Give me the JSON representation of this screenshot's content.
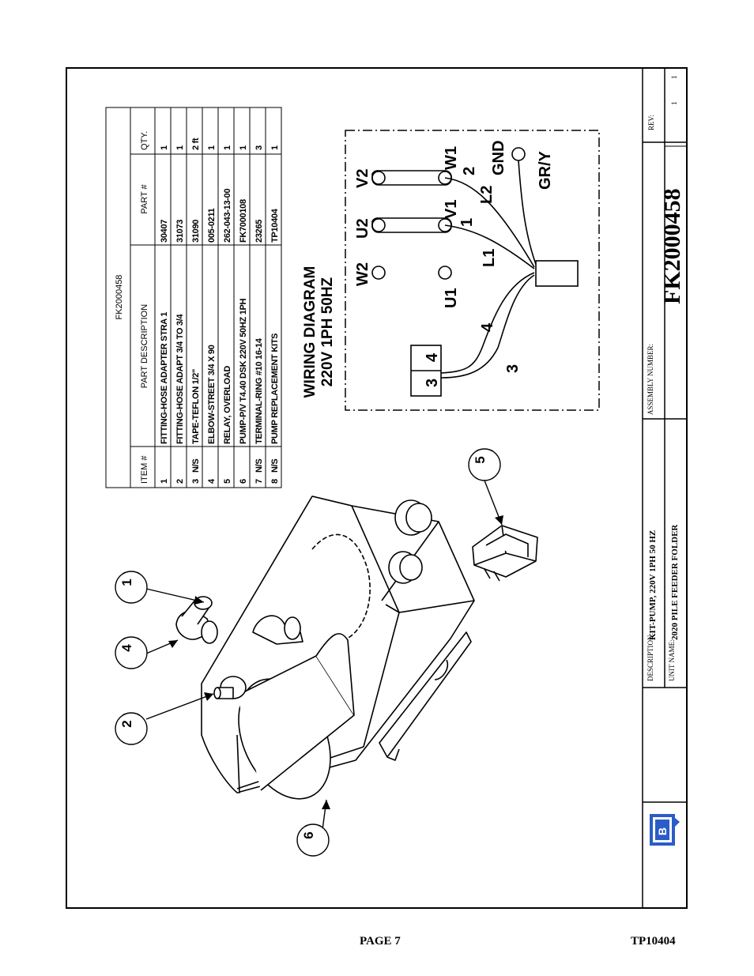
{
  "footer": {
    "page": "PAGE 7",
    "doc_id": "TP10404"
  },
  "title_block": {
    "description_label": "DESCRIPTION:",
    "description": "KIT-PUMP, 220V 1PH 50 HZ",
    "unit_name_label": "UNIT NAME:",
    "unit_name": "2020 PILE FEEDER FOLDER",
    "assembly_label": "ASSEMBLY NUMBER:",
    "assembly_number": "FK2000458",
    "rev_label": "REV:",
    "rev_values": [
      "1",
      "1"
    ],
    "logo_letter": "B"
  },
  "parts_table": {
    "title": "FK2000458",
    "headers": {
      "item": "ITEM #",
      "description": "PART DESCRIPTION",
      "part": "PART #",
      "qty": "QTY."
    },
    "rows": [
      {
        "item": "1",
        "ns": "",
        "description": "FITTING-HOSE ADAPTER STRA 1",
        "part": "30407",
        "qty": "1"
      },
      {
        "item": "2",
        "ns": "",
        "description": "FITTING-HOSE ADAPT 3/4 TO 3/4",
        "part": "31073",
        "qty": "1"
      },
      {
        "item": "3",
        "ns": "N/S",
        "description": "TAPE-TEFLON 1/2\"",
        "part": "31090",
        "qty": "2 ft"
      },
      {
        "item": "4",
        "ns": "",
        "description": "ELBOW-STREET 3/4 X 90",
        "part": "005-0211",
        "qty": "1"
      },
      {
        "item": "5",
        "ns": "",
        "description": "RELAY, OVERLOAD",
        "part": "262-043-13-00",
        "qty": "1"
      },
      {
        "item": "6",
        "ns": "",
        "description": "PUMP-P/V T4.40 DSK 220V 50HZ 1PH",
        "part": "FK7000108",
        "qty": "1"
      },
      {
        "item": "7",
        "ns": "N/S",
        "description": "TERMINAL-RING #10 16-14",
        "part": "23265",
        "qty": "3"
      },
      {
        "item": "8",
        "ns": "N/S",
        "description": "PUMP REPLACEMENT KITS",
        "part": "TP10404",
        "qty": "1"
      }
    ]
  },
  "wiring": {
    "title_line1": "WIRING DIAGRAM",
    "title_line2": "220V 1PH 50HZ",
    "terminals": {
      "w2": "W2",
      "u2": "U2",
      "v2": "V2",
      "u1": "U1",
      "v1": "V1",
      "w1": "W1",
      "gnd": "GND"
    },
    "wire_labels": {
      "l1": "L1",
      "l2": "L2",
      "one": "1",
      "two": "2",
      "three": "3",
      "four": "4",
      "gry": "GR/Y"
    },
    "relay_block": {
      "a": "3",
      "b": "4"
    }
  },
  "callouts": [
    "1",
    "2",
    "4",
    "5",
    "6"
  ]
}
